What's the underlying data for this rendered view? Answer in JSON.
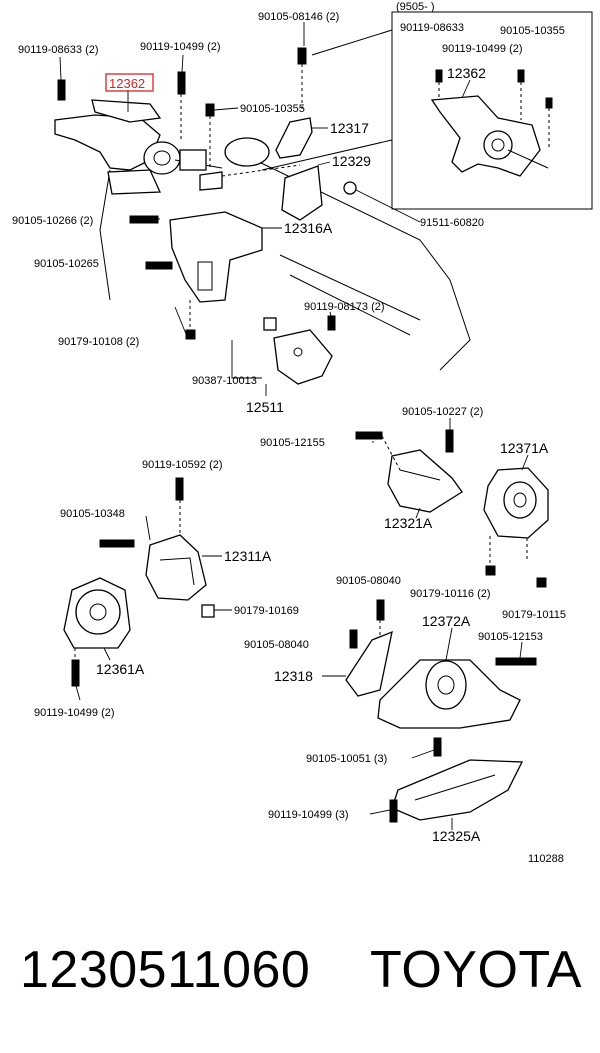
{
  "labels": {
    "p90105_08146": "90105-08146 (2)",
    "p9505_range": "(9505-          )",
    "p90119_08633_main": "90119-08633 (2)",
    "p90119_10499_top": "90119-10499 (2)",
    "p12362_main": "12362",
    "p90105_10355_main": "90105-10355",
    "p12317": "12317",
    "p12329": "12329",
    "p91511_60820": "91511-60820",
    "p90105_10266": "90105-10266 (2)",
    "p12316A": "12316A",
    "p90105_10265": "90105-10265",
    "p90119_08173": "90119-08173 (2)",
    "p90179_10108": "90179-10108 (2)",
    "p90387_10013": "90387-10013",
    "p12511": "12511",
    "p90105_10227": "90105-10227 (2)",
    "p90105_12155": "90105-12155",
    "p12371A": "12371A",
    "p90119_10592": "90119-10592 (2)",
    "p12321A": "12321A",
    "p90105_10348": "90105-10348",
    "p12311A": "12311A",
    "p90179_10116": "90179-10116 (2)",
    "p90179_10115": "90179-10115",
    "p90105_08040_a": "90105-08040",
    "p90179_10169": "90179-10169",
    "p12372A": "12372A",
    "p90105_08040_b": "90105-08040",
    "p90105_12153": "90105-12153",
    "p12318": "12318",
    "p12361A": "12361A",
    "p90119_10499_left": "90119-10499 (2)",
    "p90105_10051": "90105-10051 (3)",
    "p90119_10499_bot": "90119-10499 (3)",
    "p12325A": "12325A",
    "ref_code": "110288"
  },
  "inset": {
    "p90119_08633": "90119-08633",
    "p90105_10355": "90105-10355",
    "p90119_10499": "90119-10499 (2)",
    "p12362": "12362"
  },
  "footer": {
    "part_number": "1230511060",
    "brand": "TOYOTA"
  },
  "colors": {
    "highlight": "#dd2222",
    "ink": "#000000"
  }
}
